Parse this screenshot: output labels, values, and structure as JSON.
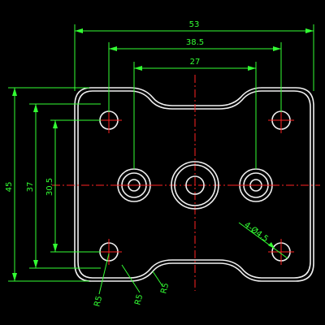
{
  "dimensions": {
    "overall_width": "53",
    "hole_spacing_width": "38.5",
    "center_slot_width": "27",
    "overall_height": "45",
    "hole_spacing_height": "37",
    "center_height": "30.5",
    "hole_callout": "4-Ø4.5",
    "radius_left": "R5",
    "radius_mid": "R5",
    "radius_right": "R5"
  },
  "colors": {
    "background": "#000000",
    "outline": "#f0f0f0",
    "dimension": "#33ff33",
    "centerline": "#ff2222"
  }
}
